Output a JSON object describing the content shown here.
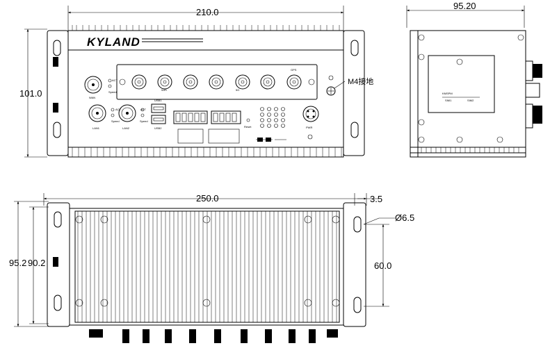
{
  "front_view": {
    "width_dim": "210.0",
    "height_dim": "101.0",
    "brand": "KYLAND",
    "callout_m4": "M4接地",
    "labels": {
      "wan": "WAN",
      "lan1": "LAN1",
      "lan2": "LAN2",
      "usb1": "USB1",
      "usb2": "USB2",
      "reset": "Reset",
      "pwr": "PWR",
      "gps": "GPS",
      "wifi": "WiFi",
      "fiveg": "5G",
      "act": "ACT",
      "speed": "Speed"
    }
  },
  "side_view": {
    "width_dim": "95.20",
    "labels": {
      "simlabel": "KMSPM",
      "sim1": "SIM1",
      "sim2": "SIM2"
    }
  },
  "bottom_view": {
    "width_dim": "250.0",
    "edge_dim": "3.5",
    "hole_dim": "Ø6.5",
    "depth_outer": "95.2",
    "depth_inner": "90.2",
    "hole_spacing": "60.0"
  }
}
